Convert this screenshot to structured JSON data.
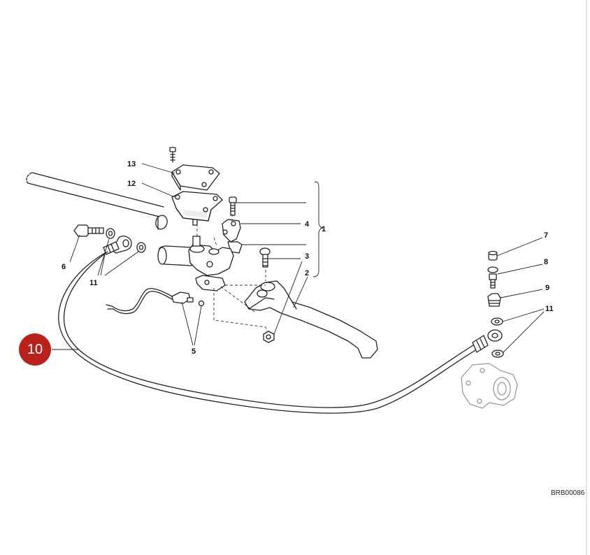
{
  "badge": {
    "label": "10",
    "color": "#b8221a"
  },
  "drawing_code": "BRB00086",
  "callouts": {
    "c1": "1",
    "c2": "2",
    "c3": "3",
    "c4": "4",
    "c5": "5",
    "c6": "6",
    "c7": "7",
    "c8": "8",
    "c9": "9",
    "c10_right_11": "11",
    "c11_left": "11",
    "c12": "12",
    "c13": "13"
  }
}
